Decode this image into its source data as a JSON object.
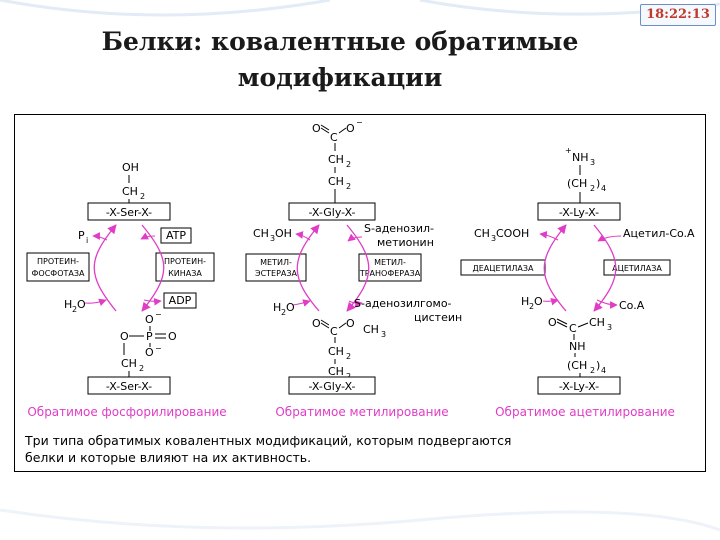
{
  "header": {
    "timer": "18:22:13",
    "title_line1": "Белки: ковалентные обратимые",
    "title_line2": "модификации"
  },
  "colors": {
    "arrow": "#e03cc6",
    "timer_text": "#c0392b",
    "frame": "#000000"
  },
  "phosphorylation": {
    "oh": "OH",
    "ch2_top": "CH",
    "sub2_top": "2",
    "chain_top": "-X-Ser-X-",
    "pi": "P",
    "pi_sub": "i",
    "atp": "ATP",
    "enzyme_left": [
      "ПРОТЕИН-",
      "ФОСФОТАЗА"
    ],
    "enzyme_right": [
      "ПРОТЕИН-",
      "КИНАЗА"
    ],
    "h2o_h": "H",
    "h2o_2": "2",
    "h2o_o": "O",
    "adp": "ADP",
    "o_minus_top": "O",
    "minus_top": "−",
    "o_left": "O",
    "p": "P",
    "o_right": "O",
    "o_minus_bottom": "O",
    "minus_bottom": "−",
    "ch2_bottom": "CH",
    "sub2_bottom": "2",
    "chain_bottom": "-X-Ser-X-",
    "caption": "Обратимое фосфорилирование"
  },
  "methylation": {
    "o_left": "O",
    "c": "C",
    "o_right": "O",
    "minus": "−",
    "ch2_a": "CH",
    "sub2_a": "2",
    "ch2_b": "CH",
    "sub2_b": "2",
    "chain_top": "-X-Gly-X-",
    "ch3oh_ch": "CH",
    "ch3oh_3": "3",
    "ch3oh_oh": "OH",
    "sam": [
      "S-аденозил-",
      "метионин"
    ],
    "enzyme_left": [
      "МЕТИЛ-",
      "ЭСТЕРАЗА"
    ],
    "enzyme_right": [
      "МЕТИЛ-",
      "ТРАНОФЕРАЗА"
    ],
    "h2o_h": "H",
    "h2o_2": "2",
    "h2o_o": "O",
    "sah": [
      "S-аденозилгомо-",
      "цистеин"
    ],
    "ester_o_left": "O",
    "ester_c": "C",
    "ester_o": "O",
    "ester_ch3": "CH",
    "ester_sub3": "3",
    "ch2_c": "CH",
    "sub2_c": "2",
    "ch2_d": "CH",
    "sub2_d": "2",
    "chain_bottom": "-X-Gly-X-",
    "caption": "Обратимое метилирование"
  },
  "acetylation": {
    "plus": "+",
    "nh3_nh": "NH",
    "nh3_3": "3",
    "ch2n_open": "(CH",
    "ch2n_2": "2",
    "ch2n_close": ")",
    "ch2n_4": "4",
    "chain_top": "-X-Ly-X-",
    "ch3cooh_ch": "CH",
    "ch3cooh_3": "3",
    "ch3cooh_cooh": "COOH",
    "acetyl_coa": "Ацетил-Co.A",
    "enzyme_left": "ДЕАЦЕТИЛАЗА",
    "enzyme_right": "АЦЕТИЛАЗА",
    "h2o_h": "H",
    "h2o_2": "2",
    "h2o_o": "O",
    "coa": "Co.A",
    "acyl_o": "O",
    "acyl_c": "C",
    "acyl_ch3": "CH",
    "acyl_3": "3",
    "nh": "NH",
    "ch2n2_open": "(CH",
    "ch2n2_2": "2",
    "ch2n2_close": ")",
    "ch2n2_4": "4",
    "chain_bottom": "-X-Ly-X-",
    "caption": "Обратимое ацетилирование"
  },
  "note": {
    "line1": "Три типа обратимых ковалентных модификаций, которым подвергаются",
    "line2": "белки и которые влияют на их активность."
  }
}
